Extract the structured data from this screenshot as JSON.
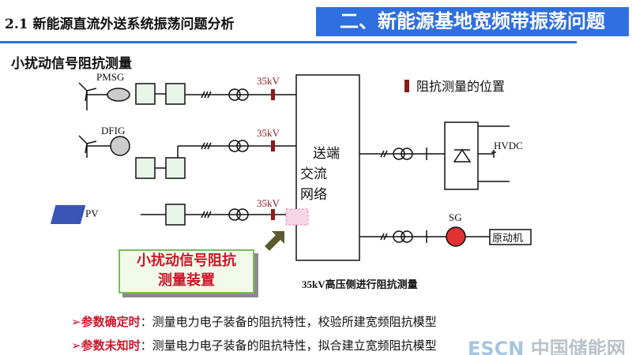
{
  "header": {
    "section_title": "2.1 新能源直流外送系统振荡问题分析",
    "banner": "二、新能源基地宽频带振荡问题"
  },
  "subtitle": "小扰动信号阻抗测量",
  "diagram": {
    "sources": [
      "PMSG",
      "DFIG",
      "PV"
    ],
    "voltage_label": "35kV",
    "grid_lines": [
      "送端",
      "交流",
      "网络"
    ],
    "legend": "阻抗测量的位置",
    "hvdc": "HVDC",
    "sg": "SG",
    "prime_mover": "原动机",
    "device_lines": [
      "小扰动信号阻抗",
      "测量装置"
    ],
    "note": "35kV高压侧进行阻抗测量",
    "colors": {
      "banner": "#2f6fe0",
      "mark": "#8b1a1a",
      "device_text": "#d0142b"
    }
  },
  "bullets": [
    {
      "key": "参数确定时",
      "text": "：测量电力电子装备的阻抗特性，校验所建宽频阻抗模型"
    },
    {
      "key": "参数未知时",
      "text": "：测量电力电子装备的阻抗特性，拟合建立宽频阻抗模型"
    }
  ],
  "watermark": {
    "brand": "ESCN",
    "name": "中国储能网"
  }
}
